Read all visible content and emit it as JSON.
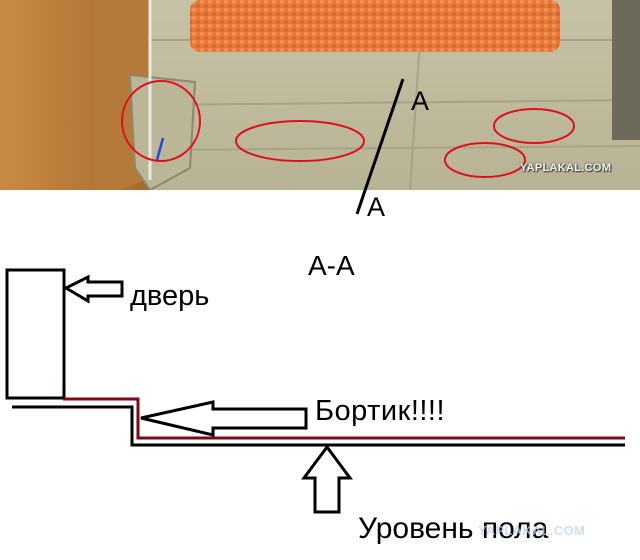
{
  "photo": {
    "watermark": "YAPLAKAL.COM"
  },
  "section_marks": {
    "top_letter": "A",
    "bottom_letter": "A",
    "section_title": "A-A"
  },
  "labels": {
    "door": "дверь",
    "curb": "Бортик!!!!",
    "floor_level": "Уровень пола"
  },
  "watermark_bottom": "YAPLAKAL.COM",
  "colors": {
    "annotation_red": "#e0101a",
    "profile_red": "#7a0a16",
    "ink": "#000000",
    "rug_orange": "#e8783a",
    "tile": "#c9c3a6"
  }
}
